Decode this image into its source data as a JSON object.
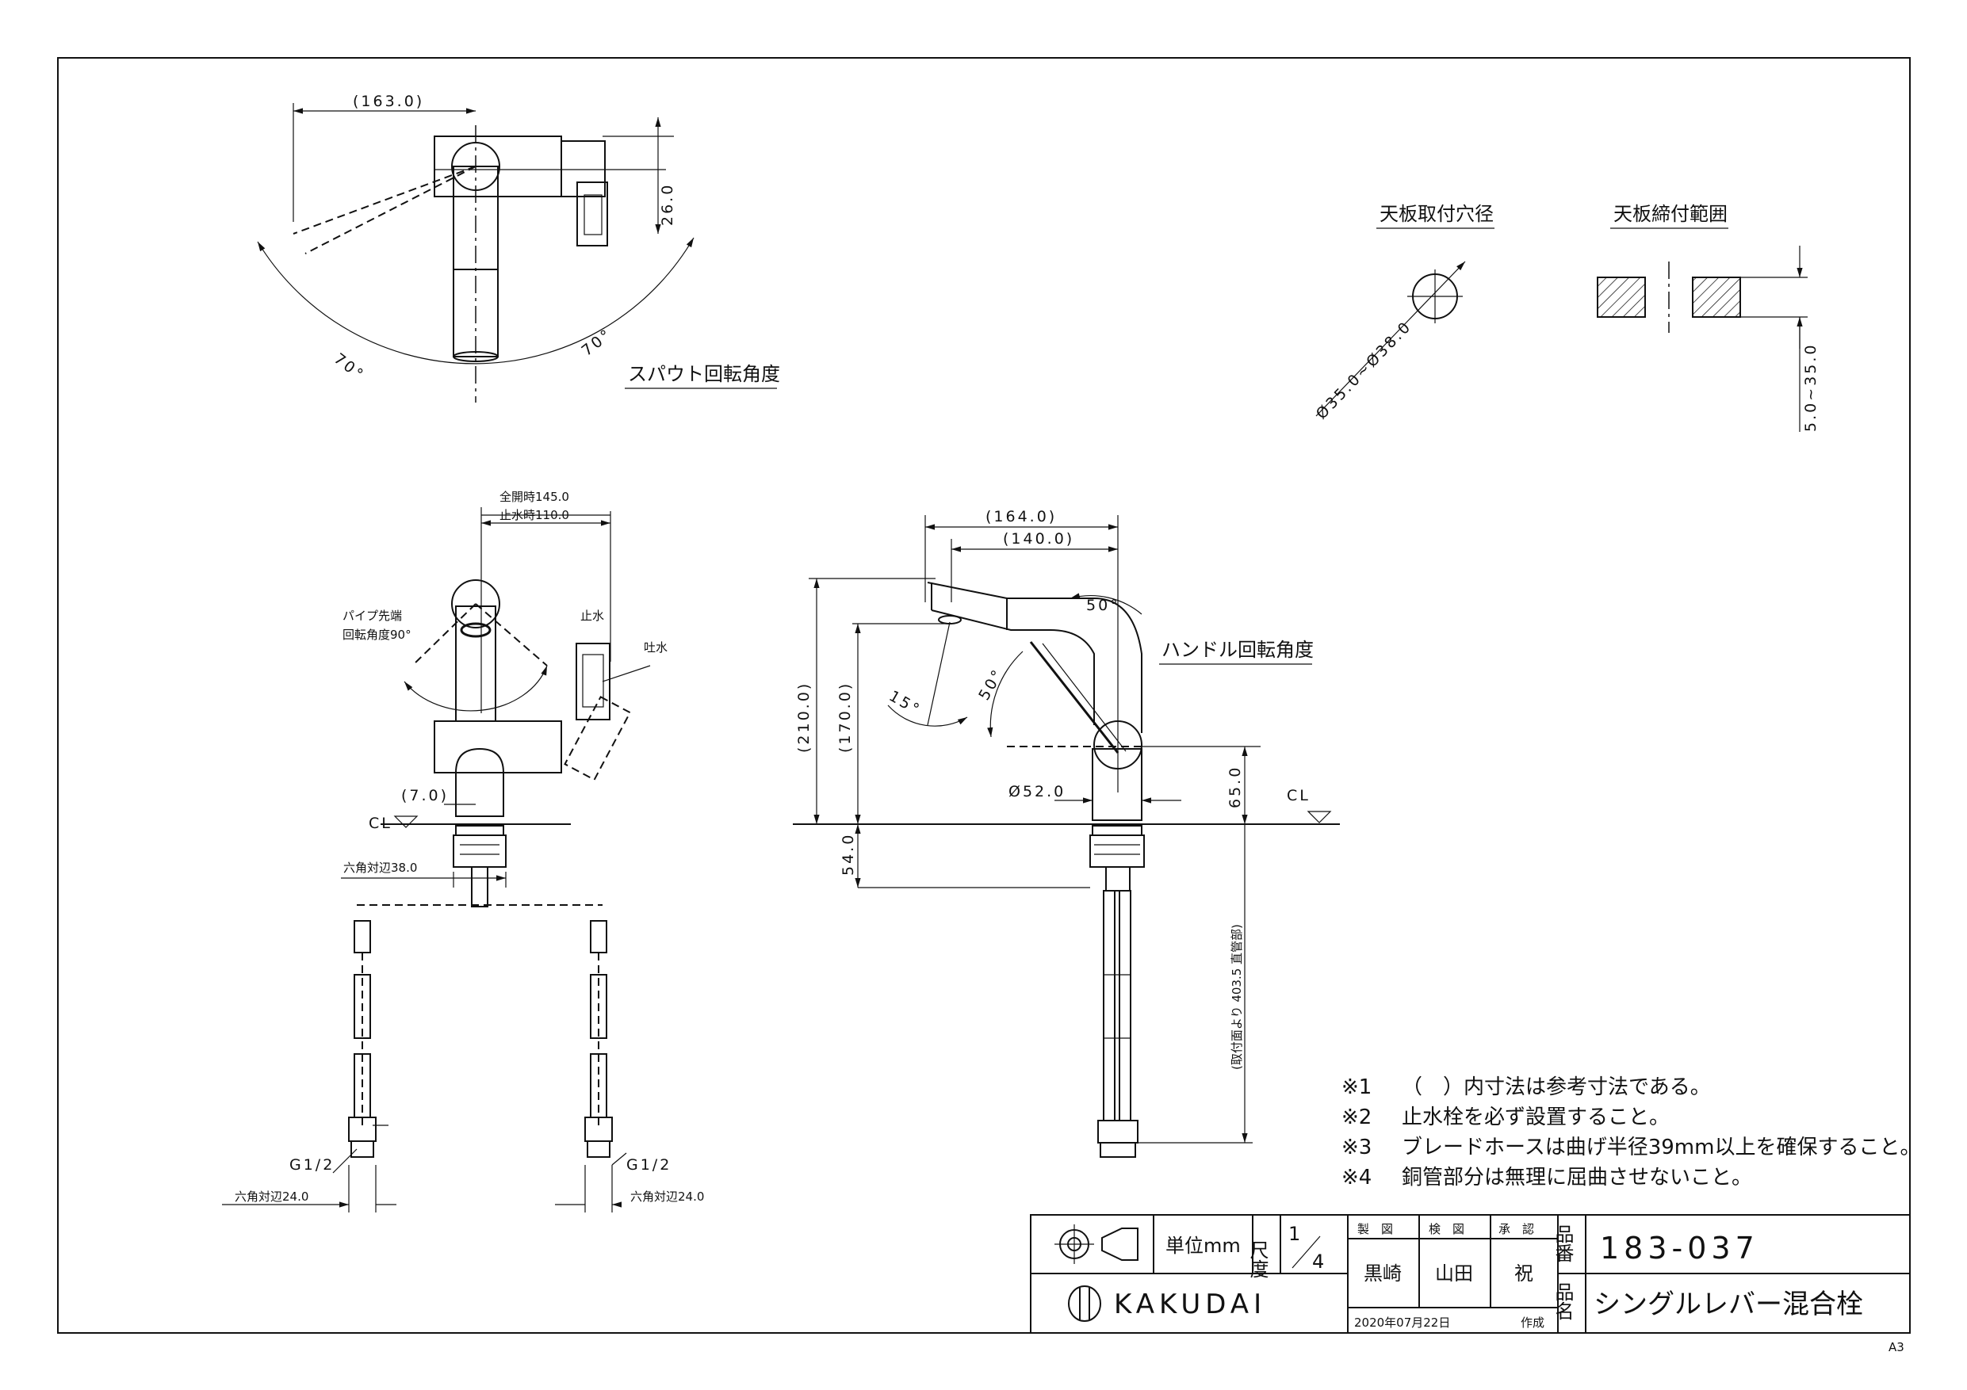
{
  "top_view": {
    "dim_width": "(163.0)",
    "dim_offset": "26.0",
    "angle_left": "70°",
    "angle_right": "70°",
    "caption": "スパウト回転角度"
  },
  "hole_view": {
    "caption": "天板取付穴径",
    "dim": "Ø35.0~Ø38.0"
  },
  "fix_view": {
    "caption": "天板締付範囲",
    "dim": "5.0~35.0"
  },
  "front_view": {
    "dim_open": "全開時145.0",
    "dim_stop": "止水時110.0",
    "pipe_label_1": "パイプ先端",
    "pipe_label_2": "回転角度90°",
    "stop_label": "止水",
    "spout_label": "吐水",
    "dim_7": "(7.0)",
    "cl": "CL",
    "hex38": "六角対辺38.0",
    "g_left": "G1/2",
    "g_right": "G1/2",
    "hex24_left": "六角対辺24.0",
    "hex24_right": "六角対辺24.0"
  },
  "side_view": {
    "dim_164": "(164.0)",
    "dim_140": "(140.0)",
    "dim_210": "(210.0)",
    "dim_170": "(170.0)",
    "angle_50_top": "50°",
    "angle_50_mid": "50°",
    "angle_15": "15°",
    "handle_caption": "ハンドル回転角度",
    "dim_52": "Ø52.0",
    "dim_65": "65.0",
    "dim_54": "54.0",
    "cl": "CL",
    "dim_hose": "(取付面より 403.5 直管部)"
  },
  "notes": [
    {
      "mark": "※1",
      "text": "（　）内寸法は参考寸法である。"
    },
    {
      "mark": "※2",
      "text": "止水栓を必ず設置すること。"
    },
    {
      "mark": "※3",
      "text": "ブレードホースは曲げ半径39mm以上を確保すること。"
    },
    {
      "mark": "※4",
      "text": "銅管部分は無理に屈曲させないこと。"
    }
  ],
  "title_block": {
    "unit": "単位mm",
    "scale_label": "尺度",
    "scale_num": "1",
    "scale_den": "4",
    "drawn_label": "製　図",
    "checked_label": "検　図",
    "approved_label": "承　認",
    "drawn_by": "黒崎",
    "checked_by": "山田",
    "approved_by": "祝",
    "date": "2020年07月22日",
    "created_label": "作成",
    "part_no_label": "品番",
    "part_no": "183-037",
    "part_name_label": "品名",
    "part_name": "シングルレバー混合栓",
    "brand": "KAKUDAI"
  },
  "sheet_size": "A3"
}
